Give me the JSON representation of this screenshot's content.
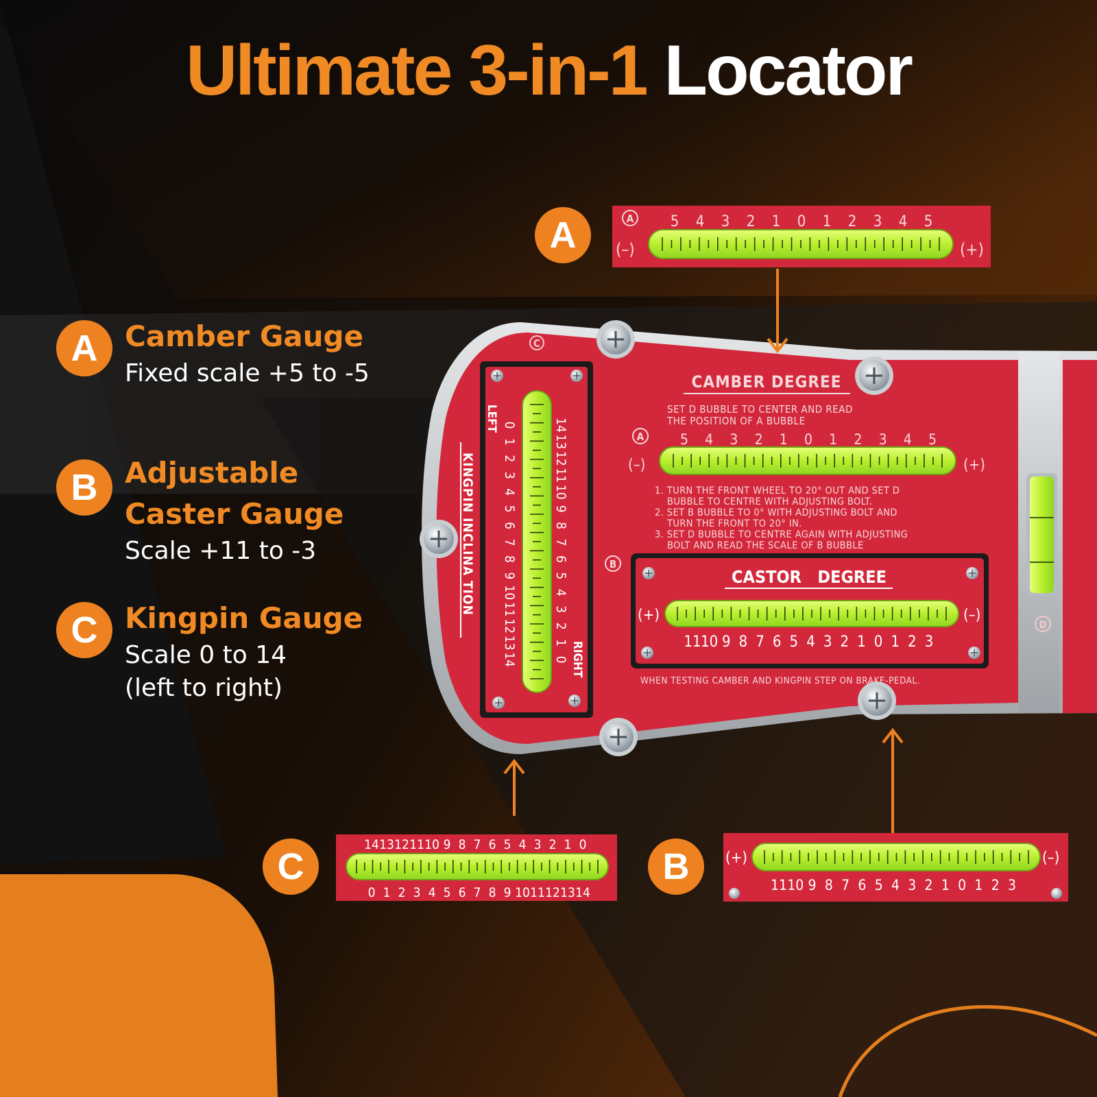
{
  "title": {
    "part1": "Ultimate 3-in-1",
    "part2": "Locator"
  },
  "colors": {
    "accent": "#f08a24",
    "gauge_red": "#d7263d",
    "bubble_green": "#c9f542",
    "background": "#0b0b0b"
  },
  "legend": [
    {
      "badge": "A",
      "heading_lines": [
        "Camber Gauge"
      ],
      "desc_lines": [
        "Fixed scale +5 to -5"
      ]
    },
    {
      "badge": "B",
      "heading_lines": [
        "Adjustable",
        "Caster Gauge"
      ],
      "desc_lines": [
        "Scale +11 to -3"
      ]
    },
    {
      "badge": "C",
      "heading_lines": [
        "Kingpin Gauge"
      ],
      "desc_lines": [
        "Scale 0 to 14",
        "(left to right)"
      ]
    }
  ],
  "callouts": {
    "a": {
      "badge": "A",
      "marker": "A",
      "ticks": [
        "5",
        "4",
        "3",
        "2",
        "1",
        "0",
        "1",
        "2",
        "3",
        "4",
        "5"
      ],
      "minus": "(–)",
      "plus": "(+)"
    },
    "b": {
      "badge": "B",
      "ticks": [
        "11",
        "10",
        "9",
        "8",
        "7",
        "6",
        "5",
        "4",
        "3",
        "2",
        "1",
        "0",
        "1",
        "2",
        "3"
      ],
      "plus": "(+)",
      "minus": "(–)"
    },
    "c": {
      "badge": "C",
      "top_ticks": [
        "14",
        "13",
        "12",
        "11",
        "10",
        "9",
        "8",
        "7",
        "6",
        "5",
        "4",
        "3",
        "2",
        "1",
        "0"
      ],
      "bottom_ticks": [
        "0",
        "1",
        "2",
        "3",
        "4",
        "5",
        "6",
        "7",
        "8",
        "9",
        "10",
        "11",
        "12",
        "13",
        "14"
      ]
    }
  },
  "device": {
    "camber_title": "CAMBER DEGREE",
    "camber_instruction": [
      "SET D BUBBLE TO CENTER AND READ",
      "THE POSITION OF A BUBBLE"
    ],
    "camber_marker": "A",
    "camber_ticks": [
      "5",
      "4",
      "3",
      "2",
      "1",
      "0",
      "1",
      "2",
      "3",
      "4",
      "5"
    ],
    "camber_minus": "(–)",
    "camber_plus": "(+)",
    "steps": [
      "1. TURN THE FRONT WHEEL TO 20° OUT AND SET D",
      "BUBBLE TO CENTRE WITH ADJUSTING BOLT.",
      "2. SET B BUBBLE TO 0° WITH ADJUSTING BOLT AND",
      "TURN THE FRONT TO 20° IN.",
      "3. SET D BUBBLE TO CENTRE AGAIN WITH ADJUSTING",
      "BOLT AND READ THE SCALE OF B BUBBLE"
    ],
    "castor_marker": "B",
    "castor_title": "CASTOR   DEGREE",
    "castor_plus": "(+)",
    "castor_minus": "(–)",
    "castor_ticks": [
      "11",
      "10",
      "9",
      "8",
      "7",
      "6",
      "5",
      "4",
      "3",
      "2",
      "1",
      "0",
      "1",
      "2",
      "3"
    ],
    "footer_note": "WHEN TESTING CAMBER AND KINGPIN STEP ON BRAKE-PEDAL.",
    "kingpin_marker": "C",
    "kingpin_label": "KINGPIN INCLINA TION",
    "kingpin_left": "LEFT",
    "kingpin_right": "RIGHT",
    "kingpin_left_ticks": [
      "0",
      "1",
      "2",
      "3",
      "4",
      "5",
      "6",
      "7",
      "8",
      "9",
      "10",
      "11",
      "12",
      "13",
      "14"
    ],
    "kingpin_right_ticks": [
      "14",
      "13",
      "12",
      "11",
      "10",
      "9",
      "8",
      "7",
      "6",
      "5",
      "4",
      "3",
      "2",
      "1",
      "0"
    ],
    "level_marker": "D"
  }
}
